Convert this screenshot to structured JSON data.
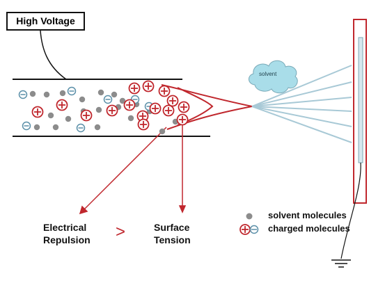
{
  "labels": {
    "high_voltage": "High Voltage",
    "solvent_cloud": "solvent",
    "electrical_repulsion_line1": "Electrical",
    "electrical_repulsion_line2": "Repulsion",
    "comparison_symbol": ">",
    "surface_tension_line1": "Surface",
    "surface_tension_line2": "Tension",
    "legend_solvent": "solvent molecules",
    "legend_charged": "charged molecules"
  },
  "colors": {
    "positive": "#c0272d",
    "negative": "#5a8fa8",
    "solvent_dot": "#8c8c8c",
    "cloud_fill": "#a9dde9",
    "spray": "#a8c9d6",
    "cone": "#c0272d"
  },
  "icons": {
    "positive_ion": "circle-plus-icon",
    "negative_ion": "circle-minus-icon",
    "solvent_molecule": "gray-dot-icon",
    "ground": "ground-symbol-icon"
  }
}
